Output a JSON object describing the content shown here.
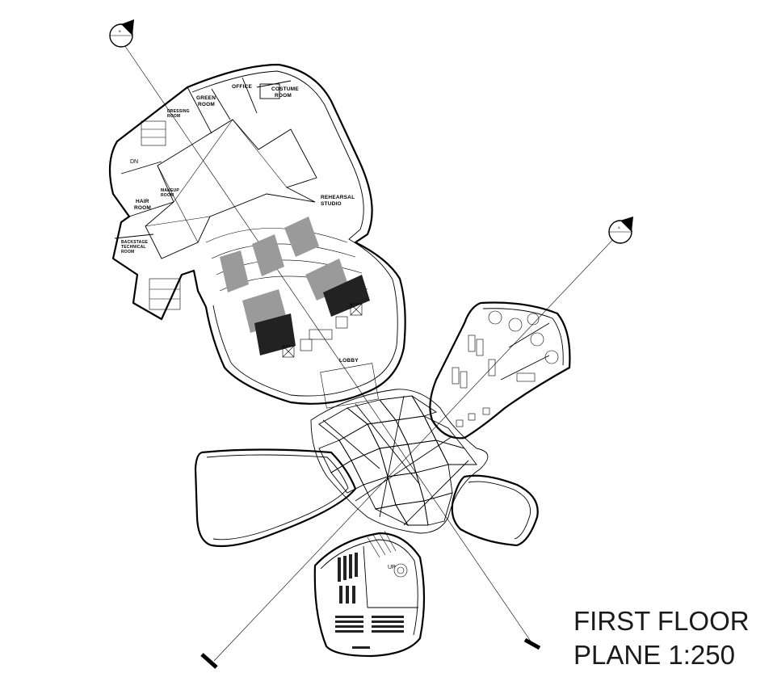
{
  "title": {
    "line1": "FIRST FLOOR",
    "line2": "PLANE 1:250"
  },
  "rooms": {
    "office": "OFFICE",
    "costume_room": [
      "COSTUME",
      "ROOM"
    ],
    "green_room": [
      "GREEN",
      "ROOM"
    ],
    "dressing_room": [
      "DRESSING",
      "ROOM"
    ],
    "makeup_room": [
      "MAKEUP",
      "ROOM"
    ],
    "hair_room": [
      "HAIR",
      "ROOM"
    ],
    "backstage_technical_room": [
      "BACKSTAGE",
      "TECHNICAL",
      "ROOM"
    ],
    "rehearsal_studio": [
      "REHEARSAL",
      "STUDIO"
    ],
    "lobby": "LOBBY"
  },
  "markers": {
    "down": "DN",
    "up": "UP"
  },
  "colors": {
    "line": "#000000",
    "seating": "#9a9a9a",
    "background": "#ffffff"
  }
}
